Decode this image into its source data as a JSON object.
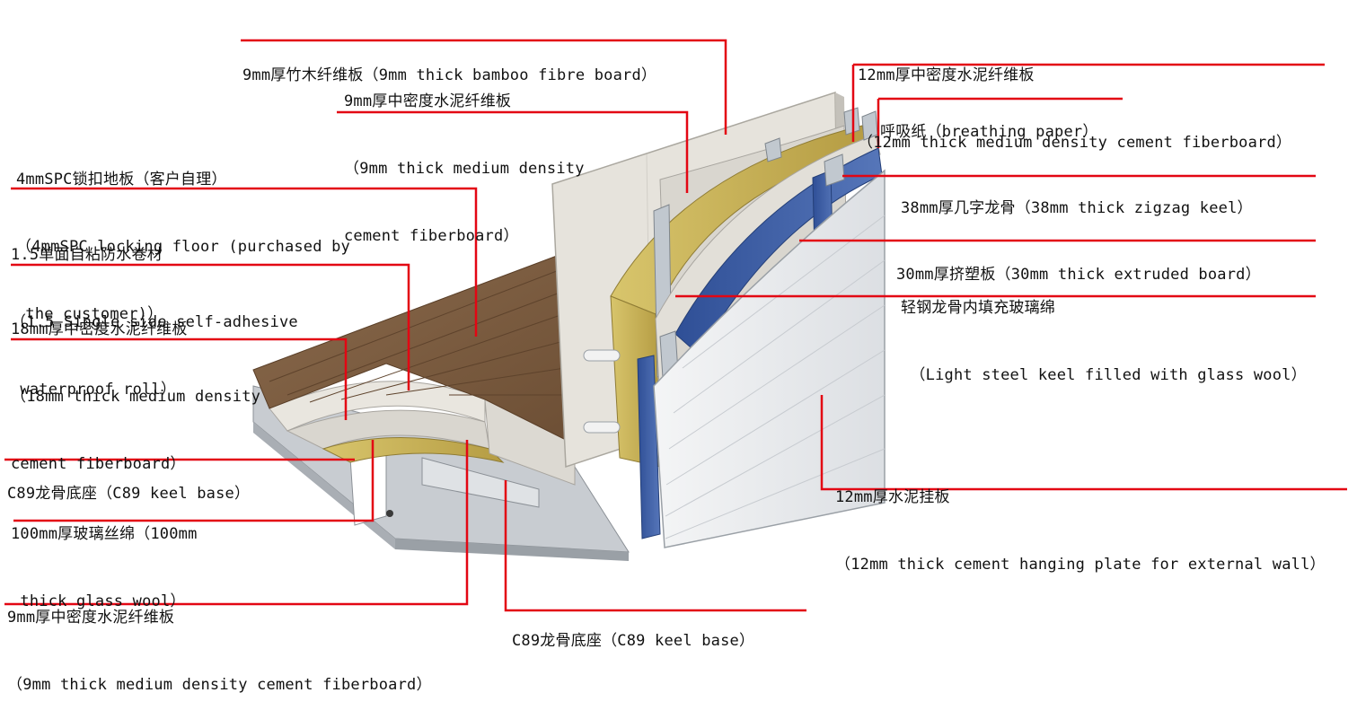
{
  "labels": {
    "bamboo_board": {
      "line1": "9mm厚竹木纤维板（9mm thick bamboo fibre board）"
    },
    "cement_9mm_top": {
      "line1": "9mm厚中密度水泥纤维板",
      "line2": "（9mm thick medium density",
      "line3": "cement fiberboard）"
    },
    "spc_floor": {
      "line1": "4mmSPC锁扣地板（客户自理）",
      "line2": "（4mmSPC locking floor (purchased by",
      "line3": " the customer)）"
    },
    "waterproof_roll": {
      "line1": "1.5单面自粘防水卷材",
      "line2": "（1.5 Single side self-adhesive",
      "line3": " waterproof roll）"
    },
    "cement_18mm": {
      "line1": "18mm厚中密度水泥纤维板",
      "line2": "（18mm thick medium density",
      "line3": "cement fiberboard）"
    },
    "keel_base_left": {
      "line1": "C89龙骨底座（C89 keel base）"
    },
    "glass_wool_100": {
      "line1": "100mm厚玻璃丝绵（100mm",
      "line2": " thick glass wool）"
    },
    "cement_9mm_bottom": {
      "line1": "9mm厚中密度水泥纤维板",
      "line2": "（9mm thick medium density cement fiberboard）"
    },
    "keel_base_bottom": {
      "line1": "C89龙骨底座（C89 keel base）"
    },
    "cement_12mm_top": {
      "line1": "12mm厚中密度水泥纤维板",
      "line2": "（12mm thick medium density cement fiberboard）"
    },
    "breathing_paper": {
      "line1": "呼吸纸（breathing paper）"
    },
    "zigzag_keel": {
      "line1": "38mm厚几字龙骨（38mm thick zigzag keel）"
    },
    "extruded_board": {
      "line1": "30mm厚挤塑板（30mm thick extruded board）"
    },
    "steel_keel_wool": {
      "line1": "轻钢龙骨内填充玻璃绵",
      "line2": " （Light steel keel filled with glass wool）"
    },
    "hanging_plate": {
      "line1": "12mm厚水泥挂板",
      "line2": "（12mm thick cement hanging plate for external wall）"
    }
  },
  "colors": {
    "leader_line": "#e30613",
    "floor_wood": "#7a5a3e",
    "floor_wood_light": "#9a7653",
    "cement_board": "#e4e2dc",
    "board_edge": "#c9c6bf",
    "glass_wool": "#c9b35a",
    "xps_blue": "#3d5ea6",
    "steel_keel": "#b7c0c8",
    "cladding": "#eef0f2"
  }
}
